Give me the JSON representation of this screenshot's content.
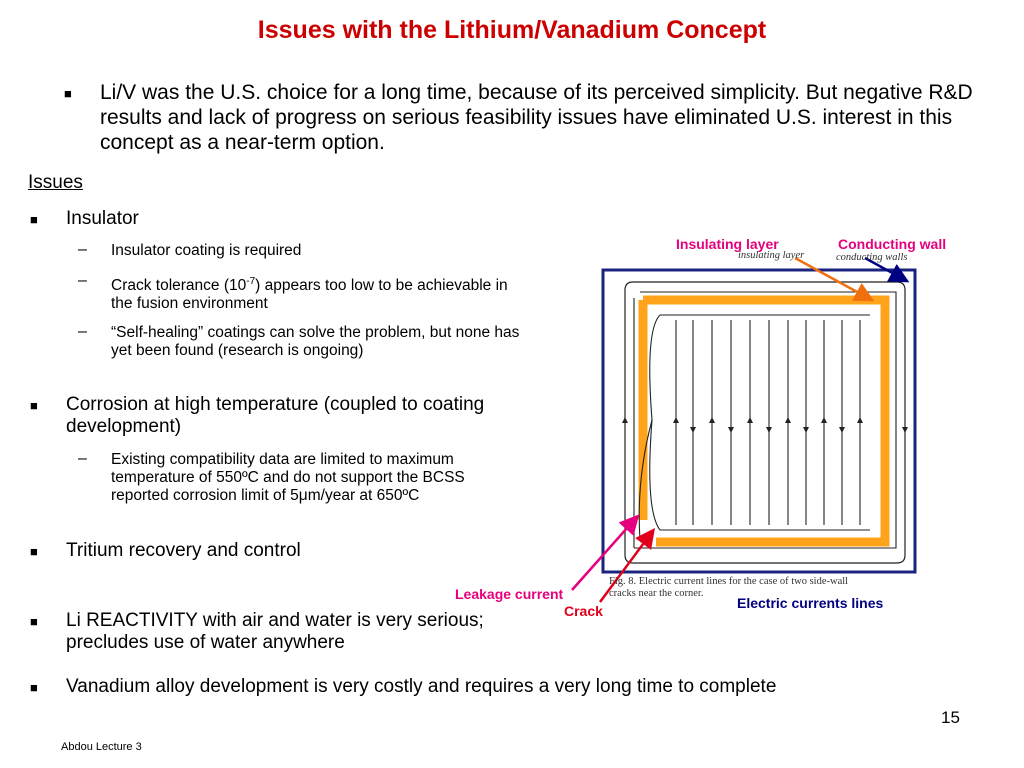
{
  "title": "Issues with the Lithium/Vanadium Concept",
  "intro_bullet": "Li/V was the U.S. choice for a long time, because of its perceived simplicity. But negative R&D results and lack of progress on serious feasibility issues have eliminated U.S. interest in this concept as a near-term option.",
  "issues_heading": "Issues",
  "insulator": {
    "label": "Insulator",
    "sub1": "Insulator coating is required",
    "sub2_pre": "Crack tolerance (10",
    "sub2_exp": "-7",
    "sub2_post": ") appears too low to be achievable in the fusion environment",
    "sub3": "“Self-healing” coatings can solve the problem, but none has yet been found (research is ongoing)"
  },
  "corrosion": {
    "label": "Corrosion at high temperature (coupled to coating development)",
    "sub1": "Existing compatibility data are limited to maximum temperature of 550ºC and do not support the BCSS reported corrosion limit of 5μm/year at 650ºC"
  },
  "tritium": "Tritium recovery and control",
  "reactivity": "Li REACTIVITY with air and water is very serious; precludes use of water anywhere",
  "vanadium": "Vanadium alloy development is very costly and requires a very long time to complete",
  "figure": {
    "label_insulating": "Insulating layer",
    "label_conducting": "Conducting wall",
    "small_insulating": "insulating layer",
    "small_conducting": "conducting walls",
    "label_leakage": "Leakage current",
    "label_crack": "Crack",
    "label_currents": "Electric currents lines",
    "caption_line1": "Fig. 8.  Electric current lines for the case of two side-wall",
    "caption_line2": "cracks near the corner."
  },
  "page_number": "15",
  "footer": "Abdou Lecture 3",
  "colors": {
    "title": "#cc0000",
    "callout_magenta": "#e6007e",
    "callout_red": "#e0001b",
    "callout_blue": "#000080",
    "insulating_layer": "#ffa31a",
    "box_border": "#1a237e"
  }
}
